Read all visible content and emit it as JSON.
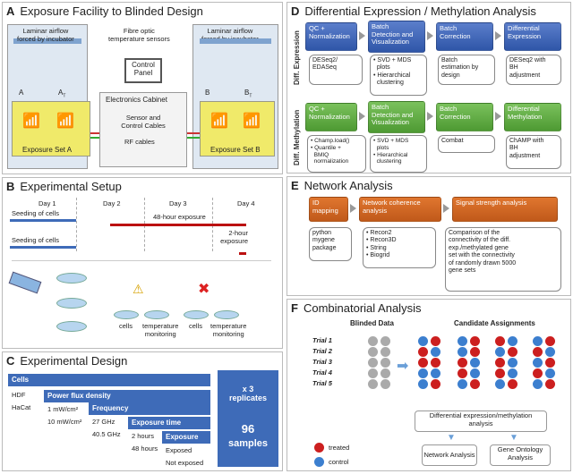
{
  "panelA": {
    "letter": "A",
    "title": "Exposure Facility to Blinded Design",
    "airflow_left": "Laminar airflow\nforced by incubator",
    "airflow_right": "Laminar airflow\nforced by incubator",
    "fibre": "Fibre optic\ntemperature sensors",
    "control_panel": "Control\nPanel",
    "cabinet": "Electronics Cabinet",
    "sensor_cables": "Sensor and\nControl Cables",
    "rf_cables": "RF cables",
    "label_A": "A",
    "label_AT": "A",
    "label_AT_sub": "T",
    "label_B": "B",
    "label_BT": "B",
    "label_BT_sub": "T",
    "set_A": "Exposure Set A",
    "set_B": "Exposure Set B"
  },
  "panelB": {
    "letter": "B",
    "title": "Experimental Setup",
    "days": [
      "Day 1",
      "Day 2",
      "Day 3",
      "Day 4"
    ],
    "seeding1": "Seeding of cells",
    "exposure48": "48-hour exposure",
    "seeding2": "Seeding of cells",
    "exposure2": "2-hour\nexposure",
    "cells1": "cells",
    "temp1": "temperature\nmonitoring",
    "cells2": "cells",
    "temp2": "temperature\nmonitoring"
  },
  "panelC": {
    "letter": "C",
    "title": "Experimental Design",
    "cells": "Cells",
    "hdf": "HDF",
    "hacat": "HaCat",
    "power": "Power flux density",
    "p1": "1 mW/cm²",
    "p2": "10 mW/cm²",
    "frequency": "Frequency",
    "f1": "27 GHz",
    "f2": "40.5 GHz",
    "time": "Exposure time",
    "t1": "2 hours",
    "t2": "48 hours",
    "exposure": "Exposure",
    "e1": "Exposed",
    "e2": "Not exposed",
    "replicates": "x 3\nreplicates",
    "samples_num": "96",
    "samples": "samples"
  },
  "panelD": {
    "letter": "D",
    "title": "Differential Expression / Methylation Analysis",
    "side1": "Diff. Expression",
    "side2": "Diff. Methylation",
    "row1": [
      "QC +\nNormalization",
      "Batch\nDetection and\nVisualization",
      "Batch\nCorrection",
      "Differential\nExpression"
    ],
    "row1_notes": [
      "DESeq2/\nEDASeq",
      "• SVD + MDS\n  plots\n• Hierarchical\n  clustering",
      "Batch\nestimation by\ndesign",
      "DESeq2 with\nBH\nadjustment"
    ],
    "row2": [
      "QC +\nNormalization",
      "Batch\nDetection and\nVisualization",
      "Batch\nCorrection",
      "Differential\nMethylation"
    ],
    "row2_notes": [
      "• Champ.load()\n• Quantile +\n  BMIQ\n  normalization",
      "• SVD + MDS\n  plots\n• Hierarchical\n  clustering",
      "Combat",
      "ChAMP with\nBH\nadjustment"
    ]
  },
  "panelE": {
    "letter": "E",
    "title": "Network Analysis",
    "boxes": [
      "ID\nmapping",
      "Network coherence\nanalysis",
      "Signal strength analysis"
    ],
    "notes": [
      "python\nmygene\npackage",
      "• Recon2\n• Recon3D\n• String\n• Biogrid",
      "Comparison of the\nconnectivity of the diff.\nexp./methylated gene\nset with the connectivity\nof randomly drawn 5000\ngene sets"
    ]
  },
  "panelF": {
    "letter": "F",
    "title": "Combinatorial Analysis",
    "blinded": "Blinded Data",
    "candidates": "Candidate Assignments",
    "trials": [
      "Trial 1",
      "Trial 2",
      "Trial 3",
      "Trial 4",
      "Trial 5"
    ],
    "diff": "Differential expression/methylation\nanalysis",
    "network": "Network Analysis",
    "go": "Gene Ontology\nAnalysis",
    "treated": "treated",
    "control": "control"
  },
  "colors": {
    "blue": "#3e6bb8",
    "green": "#5aa83c",
    "orange": "#d2692a",
    "red": "#cc1f1f",
    "dotblue": "#3c7fcf"
  }
}
